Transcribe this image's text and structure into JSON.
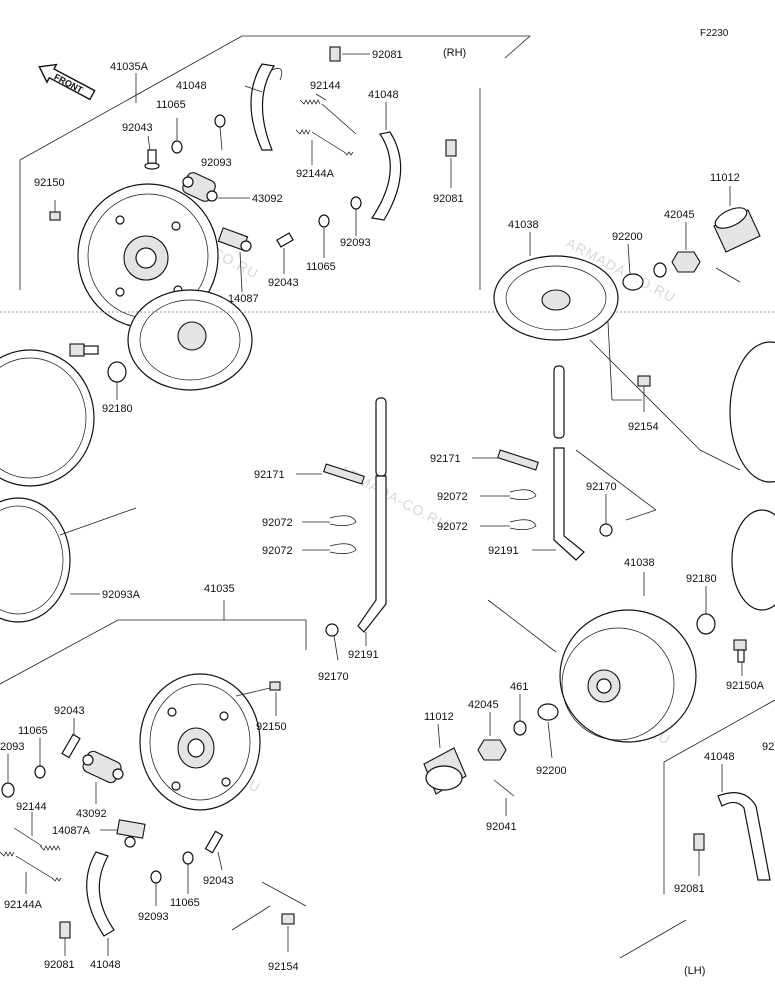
{
  "diagram_code": "F2230",
  "section_rh": "(RH)",
  "section_lh": "(LH)",
  "front_arrow": "FRONT",
  "watermark": "ARMADA-CO.RU",
  "labels": {
    "l41035A": "41035A",
    "l41048_rh1": "41048",
    "l11065_rh1": "11065",
    "l92043_rh1": "92043",
    "l92093_rh1": "92093",
    "l92081_rh1": "92081",
    "l92144_rh": "92144",
    "l41048_rh2": "41048",
    "l92144A_rh": "92144A",
    "l92150_rh": "92150",
    "l43092_rh": "43092",
    "l92081_rh2": "92081",
    "l92093_rh2": "92093",
    "l92043_rh2": "92043",
    "l11065_rh2": "11065",
    "l14087_rh": "14087",
    "l41038_rh": "41038",
    "l92200_rh": "92200",
    "l42045_rh": "42045",
    "l11012_rh": "11012",
    "l92180_rh": "92180",
    "l92154_rh": "92154",
    "l92171_a": "92171",
    "l92072_a": "92072",
    "l92072_b": "92072",
    "l92171_b": "92171",
    "l92072_c": "92072",
    "l92072_d": "92072",
    "l92170_a": "92170",
    "l92191_a": "92191",
    "l92093A": "92093A",
    "l41035": "41035",
    "l92191_b": "92191",
    "l92170_b": "92170",
    "l92150_lh": "92150",
    "l92043_lh1": "92043",
    "l11065_lh1": "11065",
    "l92093_lh1": "2093",
    "l43092_lh": "43092",
    "l92144_lh": "92144",
    "l14087A_lh": "14087A",
    "l92144A_lh": "92144A",
    "l92081_lh1": "92081",
    "l41048_lh1": "41048",
    "l92093_lh2": "92093",
    "l11065_lh2": "11065",
    "l92043_lh2": "92043",
    "l92154_lh": "92154",
    "l41038_lh": "41038",
    "l92180_lh": "92180",
    "l92150A_lh": "92150A",
    "l461_lh": "461",
    "l42045_lh": "42045",
    "l11012_lh": "11012",
    "l92200_lh": "92200",
    "l92041_lh": "92041",
    "l41048_lh2": "41048",
    "l92081_lh2": "92081",
    "l92_partial": "92"
  }
}
